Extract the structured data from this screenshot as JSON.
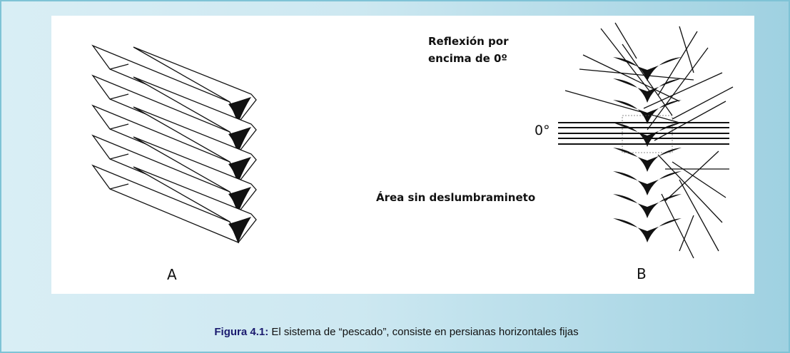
{
  "figure": {
    "label_a": "A",
    "label_b": "B",
    "reflection_line1": "Reflexión por",
    "reflection_line2": "encima de 0º",
    "zero_label": "0°",
    "no_glare_label": "Área sin deslumbramineto"
  },
  "caption": {
    "prefix": "Figura 4.1:",
    "text": " El sistema de “pescado”, consiste en persianas horizontales fijas"
  },
  "colors": {
    "frame_border": "#7fc3d6",
    "background_light": "#d9eef5",
    "background_dark": "#9fd1e1",
    "caption_prefix": "#1a1a6e",
    "ink": "#111111"
  }
}
